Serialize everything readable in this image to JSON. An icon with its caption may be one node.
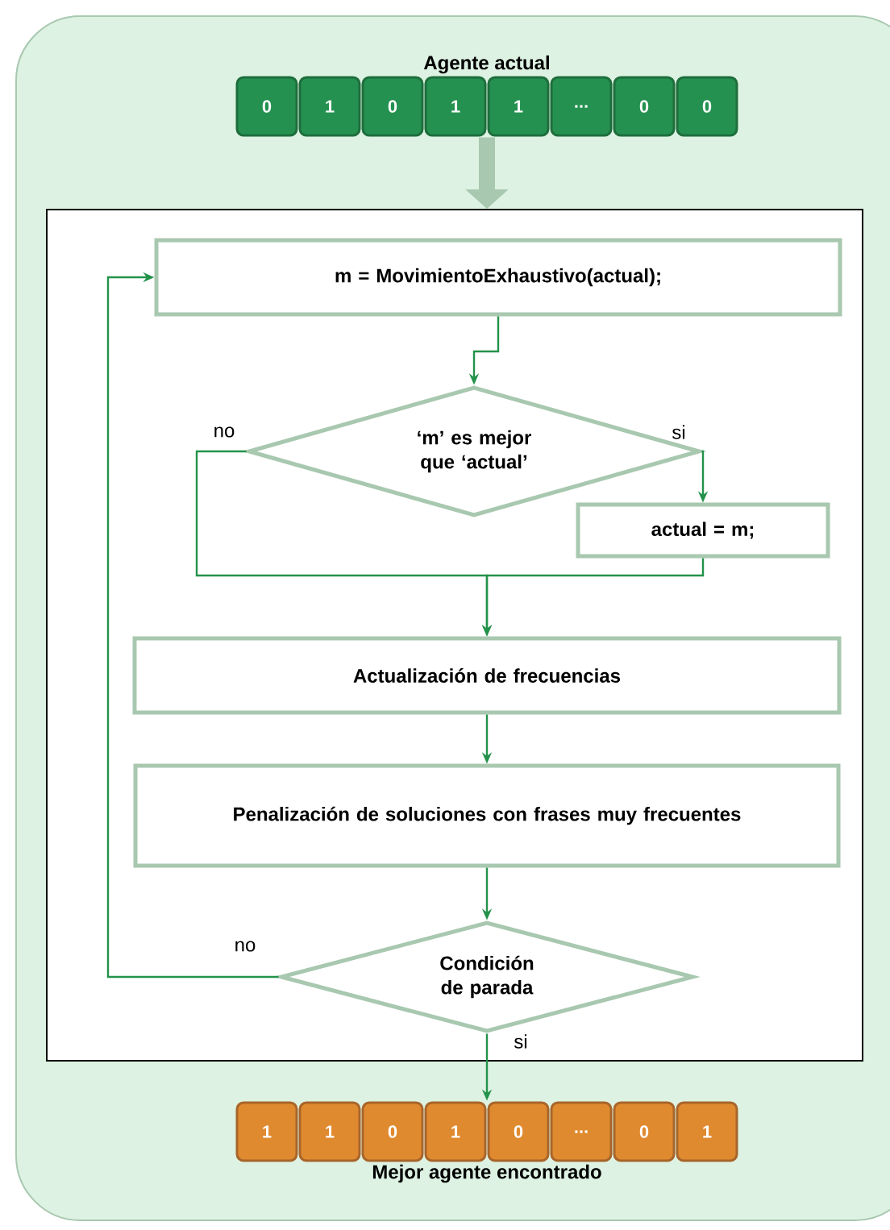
{
  "diagram": {
    "nodes": [
      {
        "text": [
          "Agente actual"
        ]
      },
      {
        "text": [
          "0"
        ],
        "in": 0
      },
      {
        "text": [
          "1"
        ],
        "in": 0
      },
      {
        "text": [
          "0"
        ],
        "in": 0
      },
      {
        "text": [
          "1"
        ],
        "in": 0
      },
      {
        "text": [
          "1"
        ],
        "in": 0
      },
      {
        "text": [
          "..."
        ],
        "in": 0
      },
      {
        "text": [
          "0"
        ],
        "in": 0
      },
      {
        "text": [
          "0"
        ],
        "in": 0
      },
      {
        "text": [],
        "shape": "box"
      },
      {
        "text": [
          "m = MovimientoExhaustivo(actual);"
        ],
        "in": 9
      },
      {
        "text": [
          "‘m’ es mejor que ‘actual’"
        ],
        "in": 9
      },
      {
        "text": [
          "actual  = m;"
        ],
        "in": 9
      },
      {
        "text": [
          "Actualización de frecuencias"
        ],
        "in": 9
      },
      {
        "text": [
          "Penalización de soluciones con frases muy frecuentes"
        ],
        "in": 9
      },
      {
        "text": [
          "Condición de parada"
        ],
        "in": 9
      },
      {
        "text": [
          "Mejor agente encontrado"
        ]
      },
      {
        "text": [
          "1"
        ],
        "in": 16
      },
      {
        "text": [
          "1"
        ],
        "in": 16
      },
      {
        "text": [
          "0"
        ],
        "in": 16
      },
      {
        "text": [
          "1"
        ],
        "in": 16
      },
      {
        "text": [
          "0"
        ],
        "in": 16
      },
      {
        "text": [
          "..."
        ],
        "in": 16
      },
      {
        "text": [
          "0"
        ],
        "in": 16
      },
      {
        "text": [
          "1"
        ],
        "in": 16
      }
    ],
    "edges": [
      {
        "from": 0,
        "to": 9,
        "arrow": "to",
        "style": "thick",
        "color": "#a8c8b0"
      },
      {
        "from": 10,
        "to": 11,
        "arrow": "to"
      },
      {
        "from": 11,
        "to": 12,
        "arrow": "to",
        "label": "si"
      },
      {
        "from": 11,
        "to": 13,
        "arrow": "to",
        "label": "no"
      },
      {
        "from": 12,
        "to": 13,
        "arrow": "to"
      },
      {
        "from": 13,
        "to": 14,
        "arrow": "to"
      },
      {
        "from": 14,
        "to": 15,
        "arrow": "to"
      },
      {
        "from": 15,
        "to": 10,
        "arrow": "to",
        "label": "no"
      },
      {
        "from": 15,
        "to": 16,
        "arrow": "to",
        "label": "si"
      }
    ]
  }
}
